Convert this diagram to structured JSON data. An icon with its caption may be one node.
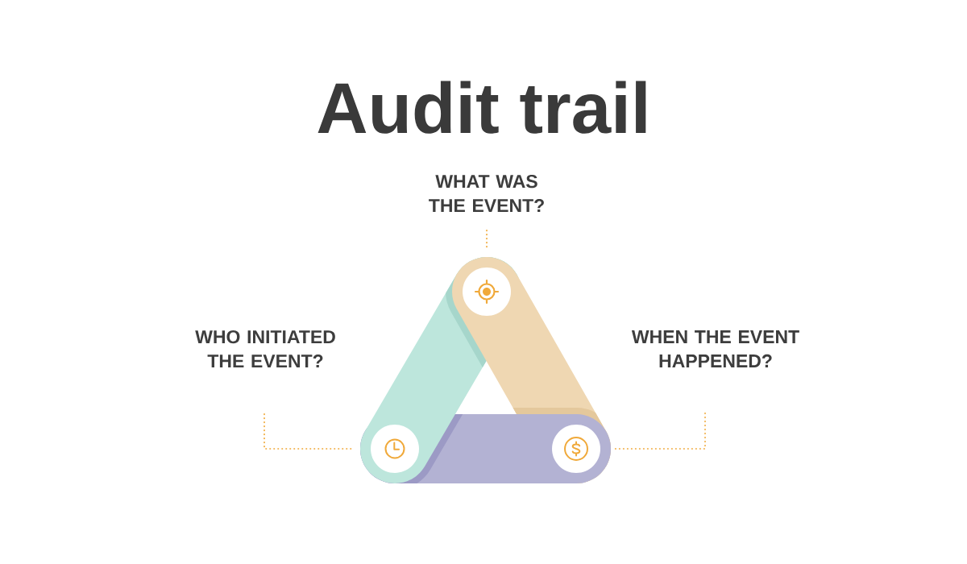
{
  "diagram": {
    "title": "Audit trail",
    "nodes": [
      {
        "text": [
          "WHAT WAS THE EVENT?"
        ]
      },
      {
        "text": [
          "WHO INITIATED THE EVENT?"
        ]
      },
      {
        "text": [
          "WHEN THE EVENT HAPPENED?"
        ]
      },
      {
        "text": [],
        "shape": "circle"
      },
      {
        "text": [],
        "shape": "circle"
      },
      {
        "text": [],
        "shape": "circle"
      }
    ],
    "edges": [
      {
        "from": 0,
        "to": 3,
        "arrow": "none"
      },
      {
        "from": 1,
        "to": 4,
        "arrow": "none"
      },
      {
        "from": 2,
        "to": 5,
        "arrow": "none"
      }
    ]
  }
}
